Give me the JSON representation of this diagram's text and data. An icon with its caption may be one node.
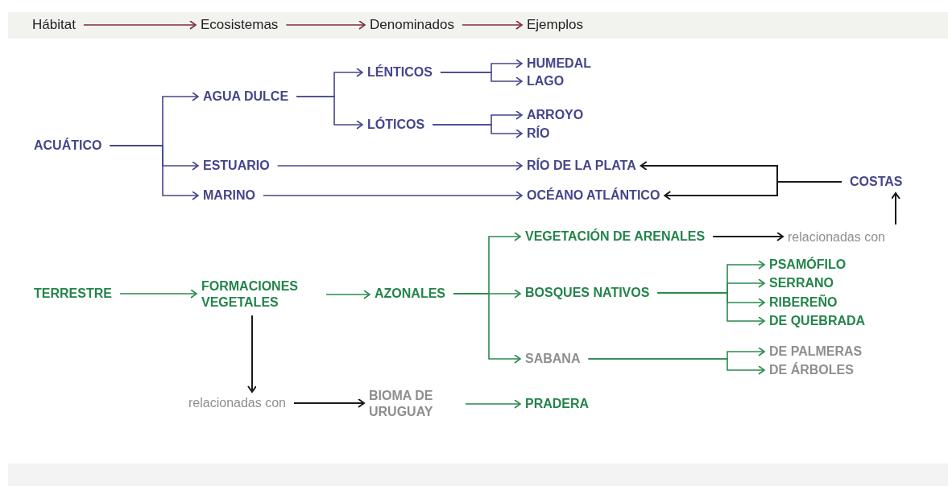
{
  "diagram": {
    "nodes": [
      {
        "text": [
          "Hábitat"
        ]
      },
      {
        "text": [
          "Ecosistemas"
        ]
      },
      {
        "text": [
          "Denominados"
        ]
      },
      {
        "text": [
          "Ejemplos"
        ]
      },
      {
        "text": [
          "ACUÁTICO"
        ]
      },
      {
        "text": [
          "AGUA DULCE"
        ]
      },
      {
        "text": [
          "ESTUARIO"
        ]
      },
      {
        "text": [
          "MARINO"
        ]
      },
      {
        "text": [
          "LÉNTICOS"
        ]
      },
      {
        "text": [
          "LÓTICOS"
        ]
      },
      {
        "text": [
          "HUMEDAL"
        ]
      },
      {
        "text": [
          "LAGO"
        ]
      },
      {
        "text": [
          "ARROYO"
        ]
      },
      {
        "text": [
          "RÍO"
        ]
      },
      {
        "text": [
          "RÍO DE LA PLATA"
        ]
      },
      {
        "text": [
          "OCÉANO ATLÁNTICO"
        ]
      },
      {
        "text": [
          "COSTAS"
        ]
      },
      {
        "text": [
          "TERRESTRE"
        ]
      },
      {
        "text": [
          "FORMACIONES VEGETALES"
        ]
      },
      {
        "text": [
          "AZONALES"
        ]
      },
      {
        "text": [
          "VEGETACIÓN DE ARENALES"
        ]
      },
      {
        "text": [
          "relacionadas con"
        ]
      },
      {
        "text": [
          "BOSQUES NATIVOS"
        ]
      },
      {
        "text": [
          "PSAMÓFILO"
        ]
      },
      {
        "text": [
          "SERRANO"
        ]
      },
      {
        "text": [
          "RIBEREÑO"
        ]
      },
      {
        "text": [
          "DE QUEBRADA"
        ]
      },
      {
        "text": [
          "SABANA"
        ]
      },
      {
        "text": [
          "DE PALMERAS"
        ]
      },
      {
        "text": [
          "DE ÁRBOLES"
        ]
      },
      {
        "text": [
          "relacionadas con"
        ]
      },
      {
        "text": [
          "BIOMA DE URUGUAY"
        ]
      },
      {
        "text": [
          "PRADERA"
        ]
      }
    ],
    "edges": [
      {
        "from": 0,
        "to": 1,
        "arrow": "to",
        "color": "#7b2d3f"
      },
      {
        "from": 1,
        "to": 2,
        "arrow": "to",
        "color": "#7b2d3f"
      },
      {
        "from": 2,
        "to": 3,
        "arrow": "to",
        "color": "#7b2d3f"
      },
      {
        "from": 4,
        "to": 5,
        "arrow": "to",
        "color": "#45458c"
      },
      {
        "from": 4,
        "to": 6,
        "arrow": "to",
        "color": "#45458c"
      },
      {
        "from": 4,
        "to": 7,
        "arrow": "to",
        "color": "#45458c"
      },
      {
        "from": 5,
        "to": 8,
        "arrow": "to",
        "color": "#45458c"
      },
      {
        "from": 5,
        "to": 9,
        "arrow": "to",
        "color": "#45458c"
      },
      {
        "from": 8,
        "to": 10,
        "arrow": "to",
        "color": "#45458c"
      },
      {
        "from": 8,
        "to": 11,
        "arrow": "to",
        "color": "#45458c"
      },
      {
        "from": 9,
        "to": 12,
        "arrow": "to",
        "color": "#45458c"
      },
      {
        "from": 9,
        "to": 13,
        "arrow": "to",
        "color": "#45458c"
      },
      {
        "from": 6,
        "to": 14,
        "arrow": "to",
        "color": "#45458c"
      },
      {
        "from": 7,
        "to": 15,
        "arrow": "to",
        "color": "#45458c"
      },
      {
        "from": 16,
        "to": 14,
        "arrow": "to",
        "color": "#1a1a1a"
      },
      {
        "from": 16,
        "to": 15,
        "arrow": "to",
        "color": "#1a1a1a"
      },
      {
        "from": 21,
        "to": 16,
        "arrow": "to",
        "color": "#1a1a1a"
      },
      {
        "from": 17,
        "to": 18,
        "arrow": "to"
      },
      {
        "from": 18,
        "to": 19,
        "arrow": "to"
      },
      {
        "from": 19,
        "to": 20,
        "arrow": "to"
      },
      {
        "from": 19,
        "to": 22,
        "arrow": "to"
      },
      {
        "from": 19,
        "to": 27,
        "arrow": "to"
      },
      {
        "from": 20,
        "to": 21,
        "arrow": "to",
        "color": "#1a1a1a"
      },
      {
        "from": 22,
        "to": 23,
        "arrow": "to"
      },
      {
        "from": 22,
        "to": 24,
        "arrow": "to"
      },
      {
        "from": 22,
        "to": 25,
        "arrow": "to"
      },
      {
        "from": 22,
        "to": 26,
        "arrow": "to"
      },
      {
        "from": 27,
        "to": 28,
        "arrow": "to"
      },
      {
        "from": 27,
        "to": 29,
        "arrow": "to"
      },
      {
        "from": 18,
        "to": 30,
        "arrow": "to",
        "color": "#1a1a1a"
      },
      {
        "from": 30,
        "to": 31,
        "arrow": "to",
        "color": "#1a1a1a"
      },
      {
        "from": 31,
        "to": 32,
        "arrow": "to"
      }
    ]
  }
}
